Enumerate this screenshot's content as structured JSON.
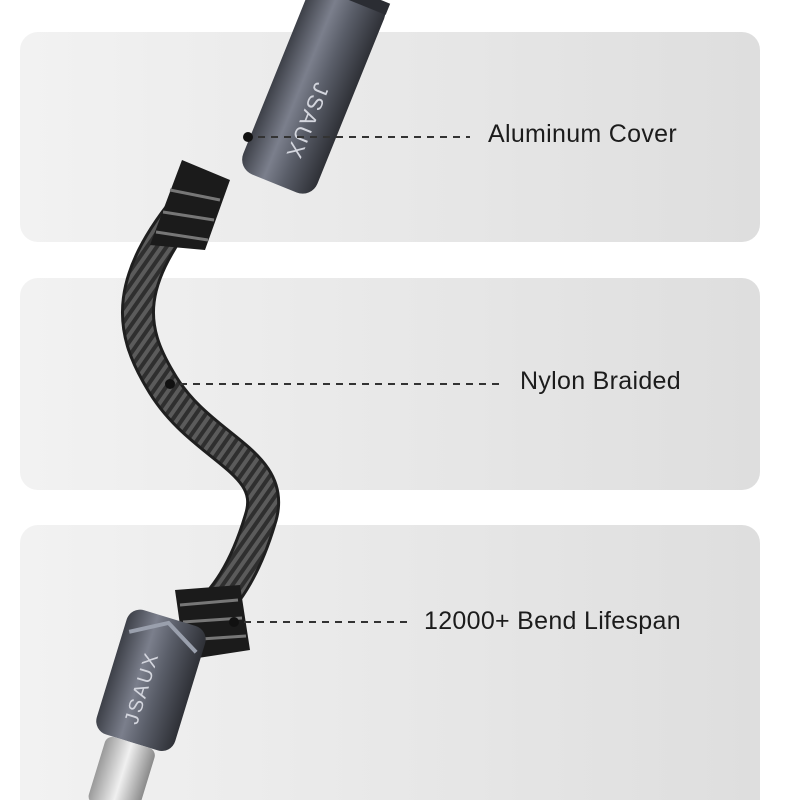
{
  "brand": "JSAUX",
  "callouts": [
    {
      "label": "Aluminum Cover"
    },
    {
      "label": "Nylon Braided"
    },
    {
      "label": "12000+ Bend Lifespan"
    }
  ],
  "colors": {
    "panel": "#e6e6e6",
    "aluminum": "#5f6270",
    "cable_braid": "#3a3a3a",
    "text": "#1c1c1c"
  }
}
